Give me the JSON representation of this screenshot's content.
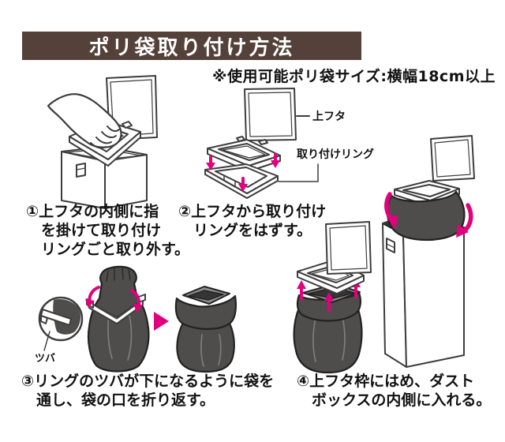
{
  "header": {
    "title": "ポリ袋取り付け方法",
    "note": "※使用可能ポリ袋サイズ:横幅18cm以上"
  },
  "steps": [
    {
      "id": "1",
      "lines": [
        "①上フタの内側に指",
        "を掛けて取り付け",
        "リングごと取り外す。"
      ]
    },
    {
      "id": "2",
      "lines": [
        "②上フタから取り付け",
        "リングをはずす。"
      ]
    },
    {
      "id": "3",
      "lines": [
        "③リングのツバが下になるように袋を",
        "通し、袋の口を折り返す。"
      ]
    },
    {
      "id": "4",
      "lines": [
        "④上フタ枠にはめ、ダスト",
        "ボックスの内側に入れる。"
      ]
    }
  ],
  "labels": {
    "top_lid": "上フタ",
    "attachment_ring": "取り付けリング",
    "flange": "ツバ"
  },
  "colors": {
    "title_bg": "#53413a",
    "title_text": "#ffffff",
    "accent": "#e2017d",
    "bag_fill": "#4e4d4b",
    "bag_outline": "#222222",
    "line_art": "#3d3d3d",
    "text": "#111111"
  }
}
